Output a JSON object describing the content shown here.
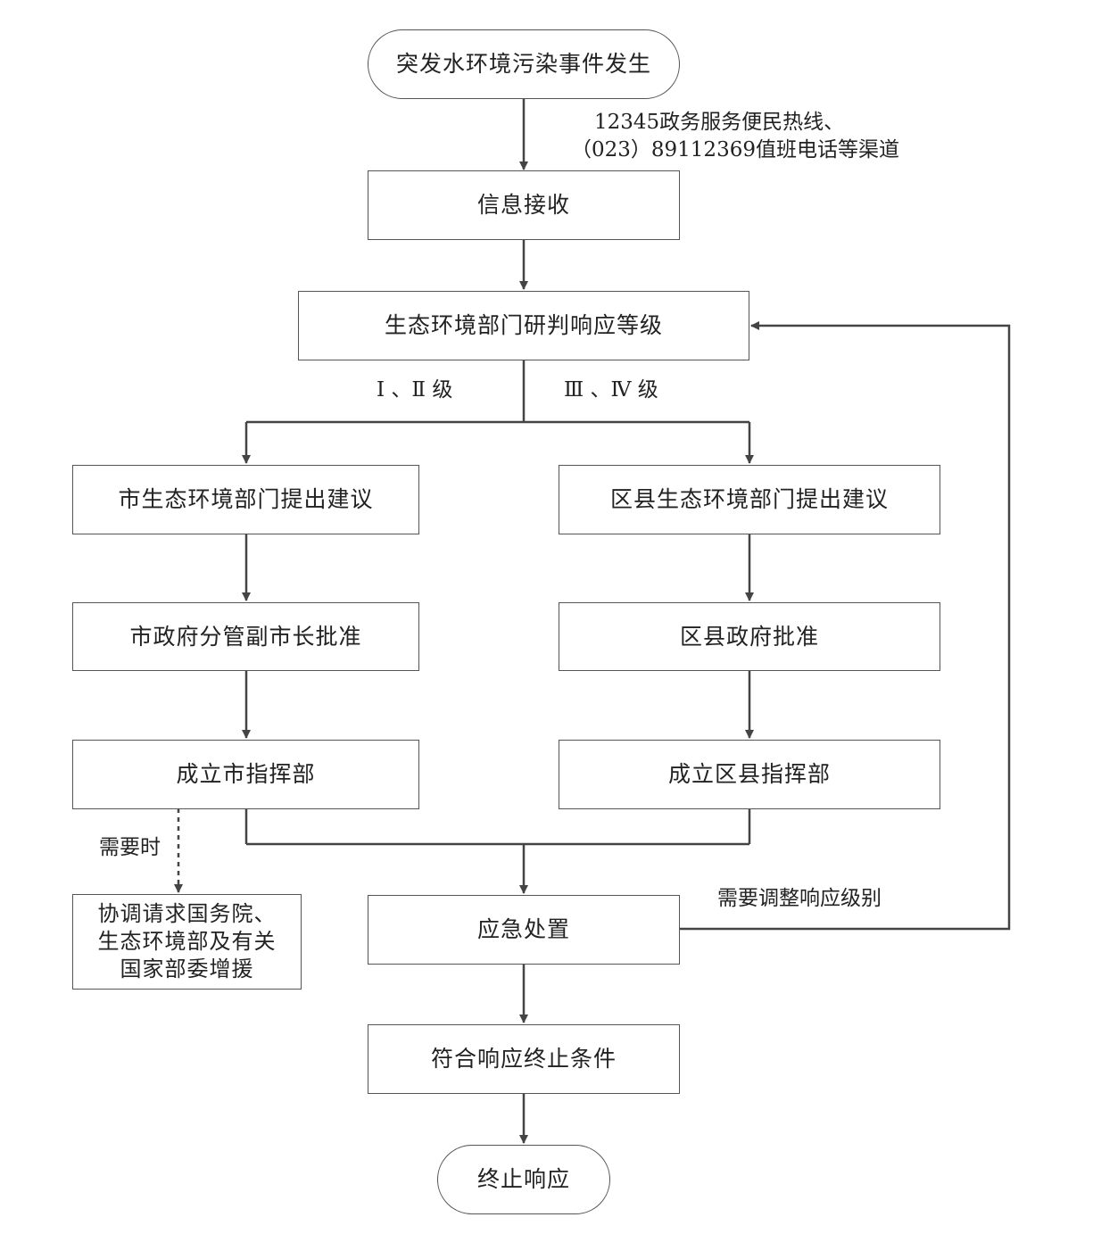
{
  "nodes": {
    "start": "突发水环境污染事件发生",
    "receive": "信息接收",
    "assess": "生态环境部门研判响应等级",
    "city_suggest": "市生态环境部门提出建议",
    "county_suggest": "区县生态环境部门提出建议",
    "city_approve": "市政府分管副市长批准",
    "county_approve": "区县政府批准",
    "city_hq": "成立市指挥部",
    "county_hq": "成立区县指挥部",
    "coordinate": [
      "协调请求国务院、",
      "生态环境部及有关",
      "国家部委增援"
    ],
    "response": "应急处置",
    "terminate_cond": "符合响应终止条件",
    "end": "终止响应"
  },
  "labels": {
    "channels_line1": "12345政务服务便民热线、",
    "channels_line2": "（023）89112369值班电话等渠道",
    "level_high": "Ⅰ 、Ⅱ 级",
    "level_low": "Ⅲ 、Ⅳ 级",
    "when_needed": "需要时",
    "adjust_level": "需要调整响应级别"
  },
  "colors": {
    "line": "#444444",
    "border": "#555555"
  }
}
